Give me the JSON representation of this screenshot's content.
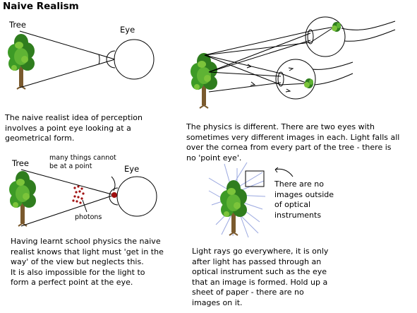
{
  "title": "Naive Realism",
  "panel1": {
    "tree_label": "Tree",
    "eye_label": "Eye",
    "caption": [
      "The naive realist idea of perception",
      "involves a point eye looking at a",
      "geometrical form."
    ]
  },
  "panel2": {
    "caption": [
      "The physics is different. There are two eyes with",
      "sometimes very different images in each. Light falls all",
      "over the cornea from every part of the tree - there is",
      "no 'point eye'."
    ]
  },
  "panel3": {
    "tree_label": "Tree",
    "eye_label": "Eye",
    "point_note": [
      "many things cannot",
      "be at a point"
    ],
    "photons_label": "photons",
    "caption": [
      "Having learnt school physics the naive",
      "realist knows that light must 'get in the",
      "way' of the view but neglects this.",
      "It is also impossible for the light to",
      "form a perfect point at the eye."
    ]
  },
  "panel4": {
    "note": [
      "There are no",
      "images outside",
      "of optical",
      "instruments"
    ],
    "caption": [
      "Light rays go everywhere, it is only",
      "after light has passed through an",
      "optical instrument such as the eye",
      "that an image is formed. Hold up a",
      "sheet of paper - there are no",
      "images on it."
    ]
  },
  "colors": {
    "foliage_dark": "#2f7d1e",
    "foliage_light": "#7cc43a",
    "trunk": "#7a5a2e",
    "photon": "#a01010",
    "rays": "#9aa8e0"
  }
}
